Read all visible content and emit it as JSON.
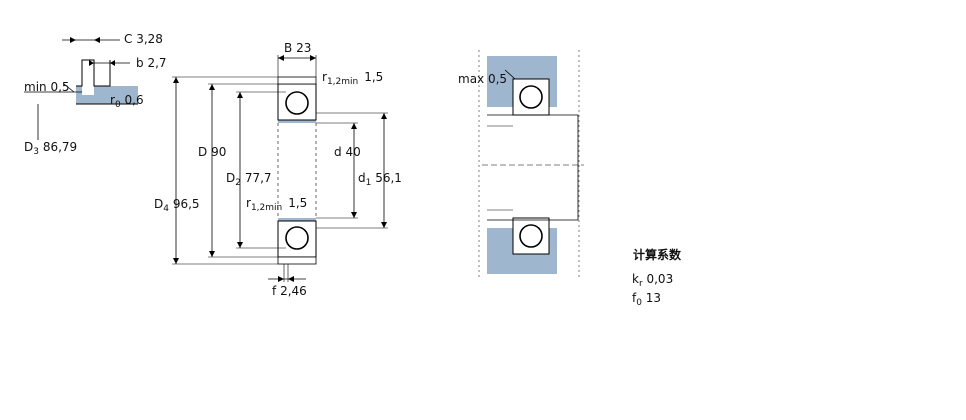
{
  "groove": {
    "c": {
      "sym": "C",
      "val": "3,28"
    },
    "b": {
      "sym": "b",
      "val": "2,7"
    },
    "min": {
      "text": "min 0,5"
    },
    "r0": {
      "sym": "r",
      "sub": "0",
      "val": "0,6"
    },
    "d3": {
      "sym": "D",
      "sub": "3",
      "val": "86,79"
    }
  },
  "bearing": {
    "B": {
      "sym": "B",
      "val": "23"
    },
    "r12_top": {
      "sym": "r",
      "sub": "1,2min",
      "val": "1,5"
    },
    "D": {
      "sym": "D",
      "val": "90"
    },
    "d": {
      "sym": "d",
      "val": "40"
    },
    "D2": {
      "sym": "D",
      "sub": "2",
      "val": "77,7"
    },
    "d1": {
      "sym": "d",
      "sub": "1",
      "val": "56,1"
    },
    "D4": {
      "sym": "D",
      "sub": "4",
      "val": "96,5"
    },
    "r12_bot": {
      "sym": "r",
      "sub": "1,2min",
      "val": "1,5"
    },
    "f": {
      "sym": "f",
      "val": "2,46"
    }
  },
  "mounting": {
    "max": {
      "text": "max 0,5"
    }
  },
  "coefficients": {
    "title": "计算系数",
    "kr": {
      "sym": "k",
      "sub": "r",
      "val": "0,03"
    },
    "f0": {
      "sym": "f",
      "sub": "0",
      "val": "13"
    }
  },
  "colors": {
    "housing": "#9fb6cf",
    "line": "#000000"
  }
}
